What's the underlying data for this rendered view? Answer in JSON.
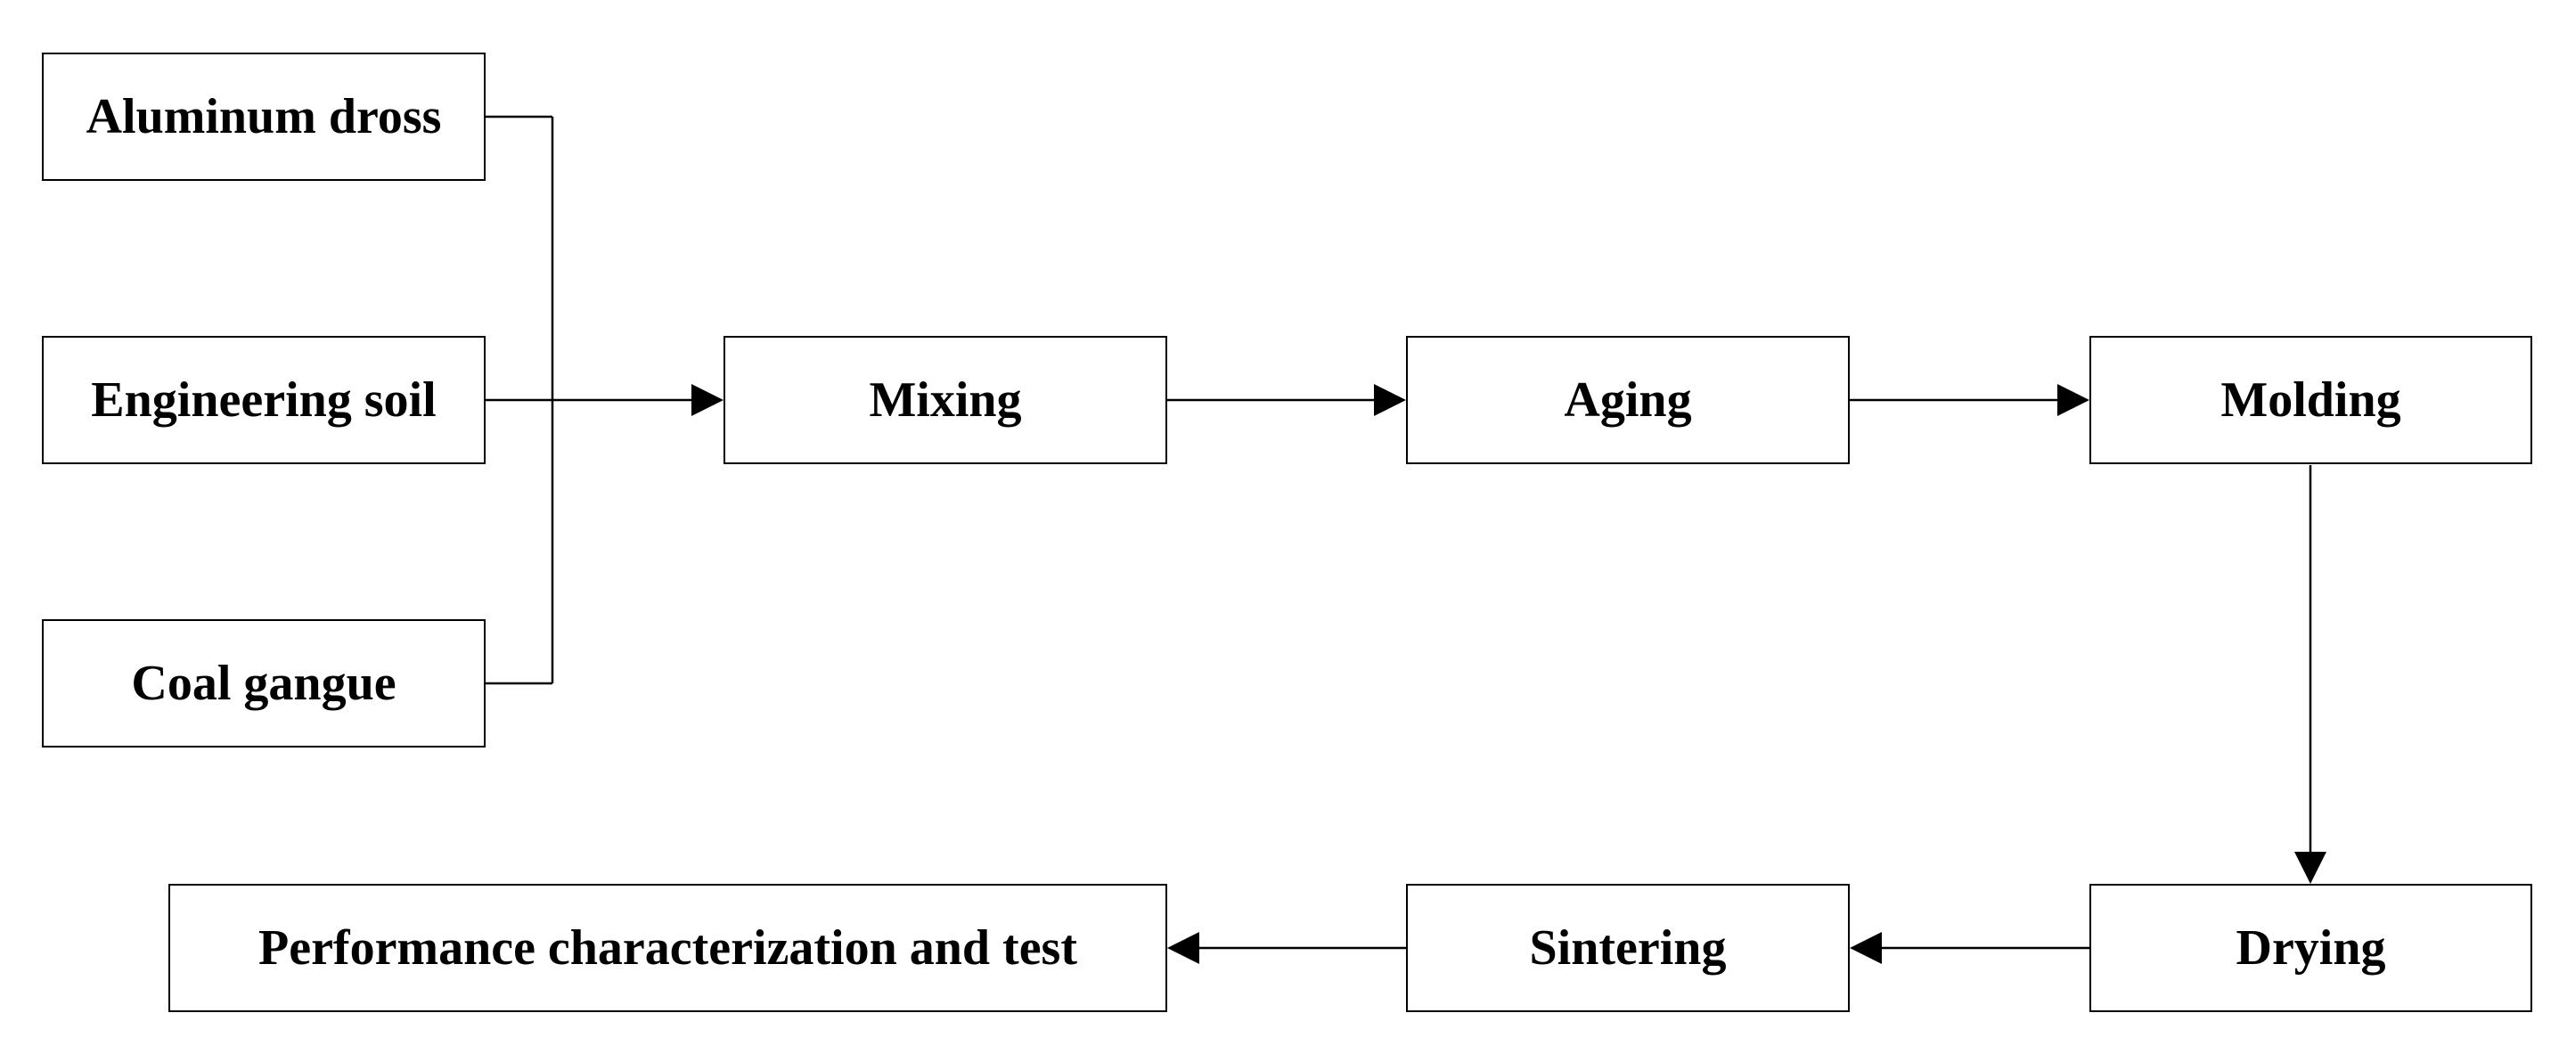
{
  "diagram": {
    "nodes": {
      "aluminum_dross": "Aluminum dross",
      "engineering_soil": "Engineering soil",
      "coal_gangue": "Coal gangue",
      "mixing": "Mixing",
      "aging": "Aging",
      "molding": "Molding",
      "drying": "Drying",
      "sintering": "Sintering",
      "performance": "Performance characterization and test"
    },
    "colors": {
      "stroke": "#000000",
      "fill": "#ffffff",
      "text": "#000000"
    },
    "edges": [
      {
        "from": "aluminum_dross",
        "to": "mixing"
      },
      {
        "from": "engineering_soil",
        "to": "mixing"
      },
      {
        "from": "coal_gangue",
        "to": "mixing"
      },
      {
        "from": "mixing",
        "to": "aging"
      },
      {
        "from": "aging",
        "to": "molding"
      },
      {
        "from": "molding",
        "to": "drying"
      },
      {
        "from": "drying",
        "to": "sintering"
      },
      {
        "from": "sintering",
        "to": "performance"
      }
    ]
  }
}
